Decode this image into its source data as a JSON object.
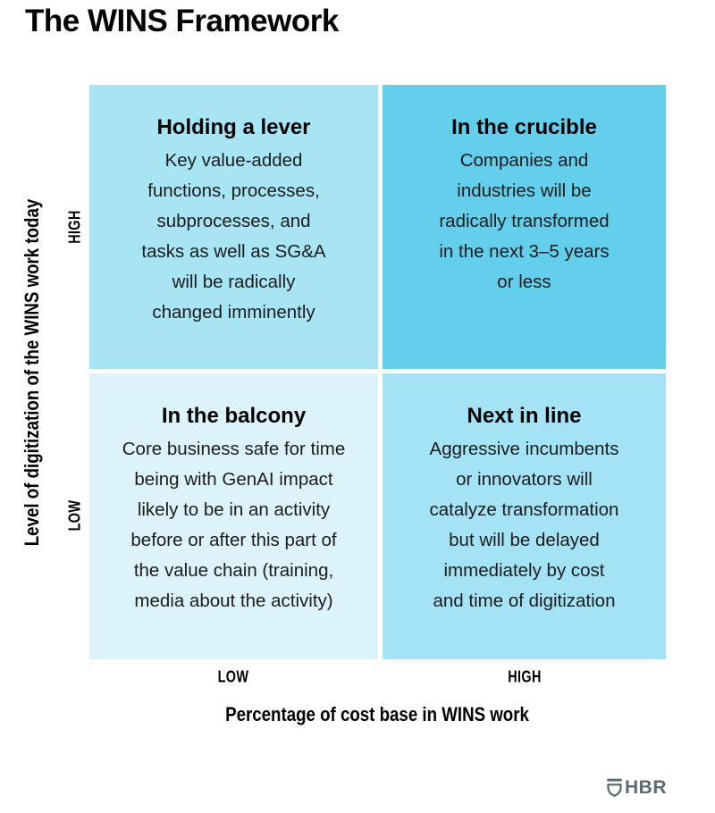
{
  "title": "The WINS Framework",
  "colors": {
    "q_top_left": "#a8e5f4",
    "q_top_right": "#63cfec",
    "q_bottom_left": "#dcf3f9",
    "q_bottom_right": "#a3e3f5",
    "logo": "#5b6a74",
    "heading_text": "#000000",
    "body_text": "#1c1c1c"
  },
  "chart": {
    "type": "2x2-matrix",
    "y_axis": {
      "title": "Level of digitization of the WINS work today",
      "high_label": "HIGH",
      "low_label": "LOW"
    },
    "x_axis": {
      "title": "Percentage of cost base in WINS work",
      "low_label": "LOW",
      "high_label": "HIGH"
    },
    "quadrants": [
      {
        "position": "top-left",
        "title": "Holding a lever",
        "body_lines": [
          "Key value-added",
          "functions, processes,",
          "subprocesses, and",
          "tasks as well as SG&A",
          "will be radically",
          "changed imminently"
        ]
      },
      {
        "position": "top-right",
        "title": "In the crucible",
        "body_lines": [
          "Companies and",
          "industries will be",
          "radically transformed",
          "in the next 3–5 years",
          "or less"
        ]
      },
      {
        "position": "bottom-left",
        "title": "In the balcony",
        "body_lines": [
          "Core business safe for time",
          "being with GenAI impact",
          "likely to be in an activity",
          "before or after this part of",
          "the value chain (training,",
          "media about the activity)"
        ]
      },
      {
        "position": "bottom-right",
        "title": "Next in line",
        "body_lines": [
          "Aggressive incumbents",
          "or innovators will",
          "catalyze transformation",
          "but will be delayed",
          "immediately by cost",
          "and time of digitization"
        ]
      }
    ]
  },
  "footer": {
    "logo_text": "HBR"
  }
}
